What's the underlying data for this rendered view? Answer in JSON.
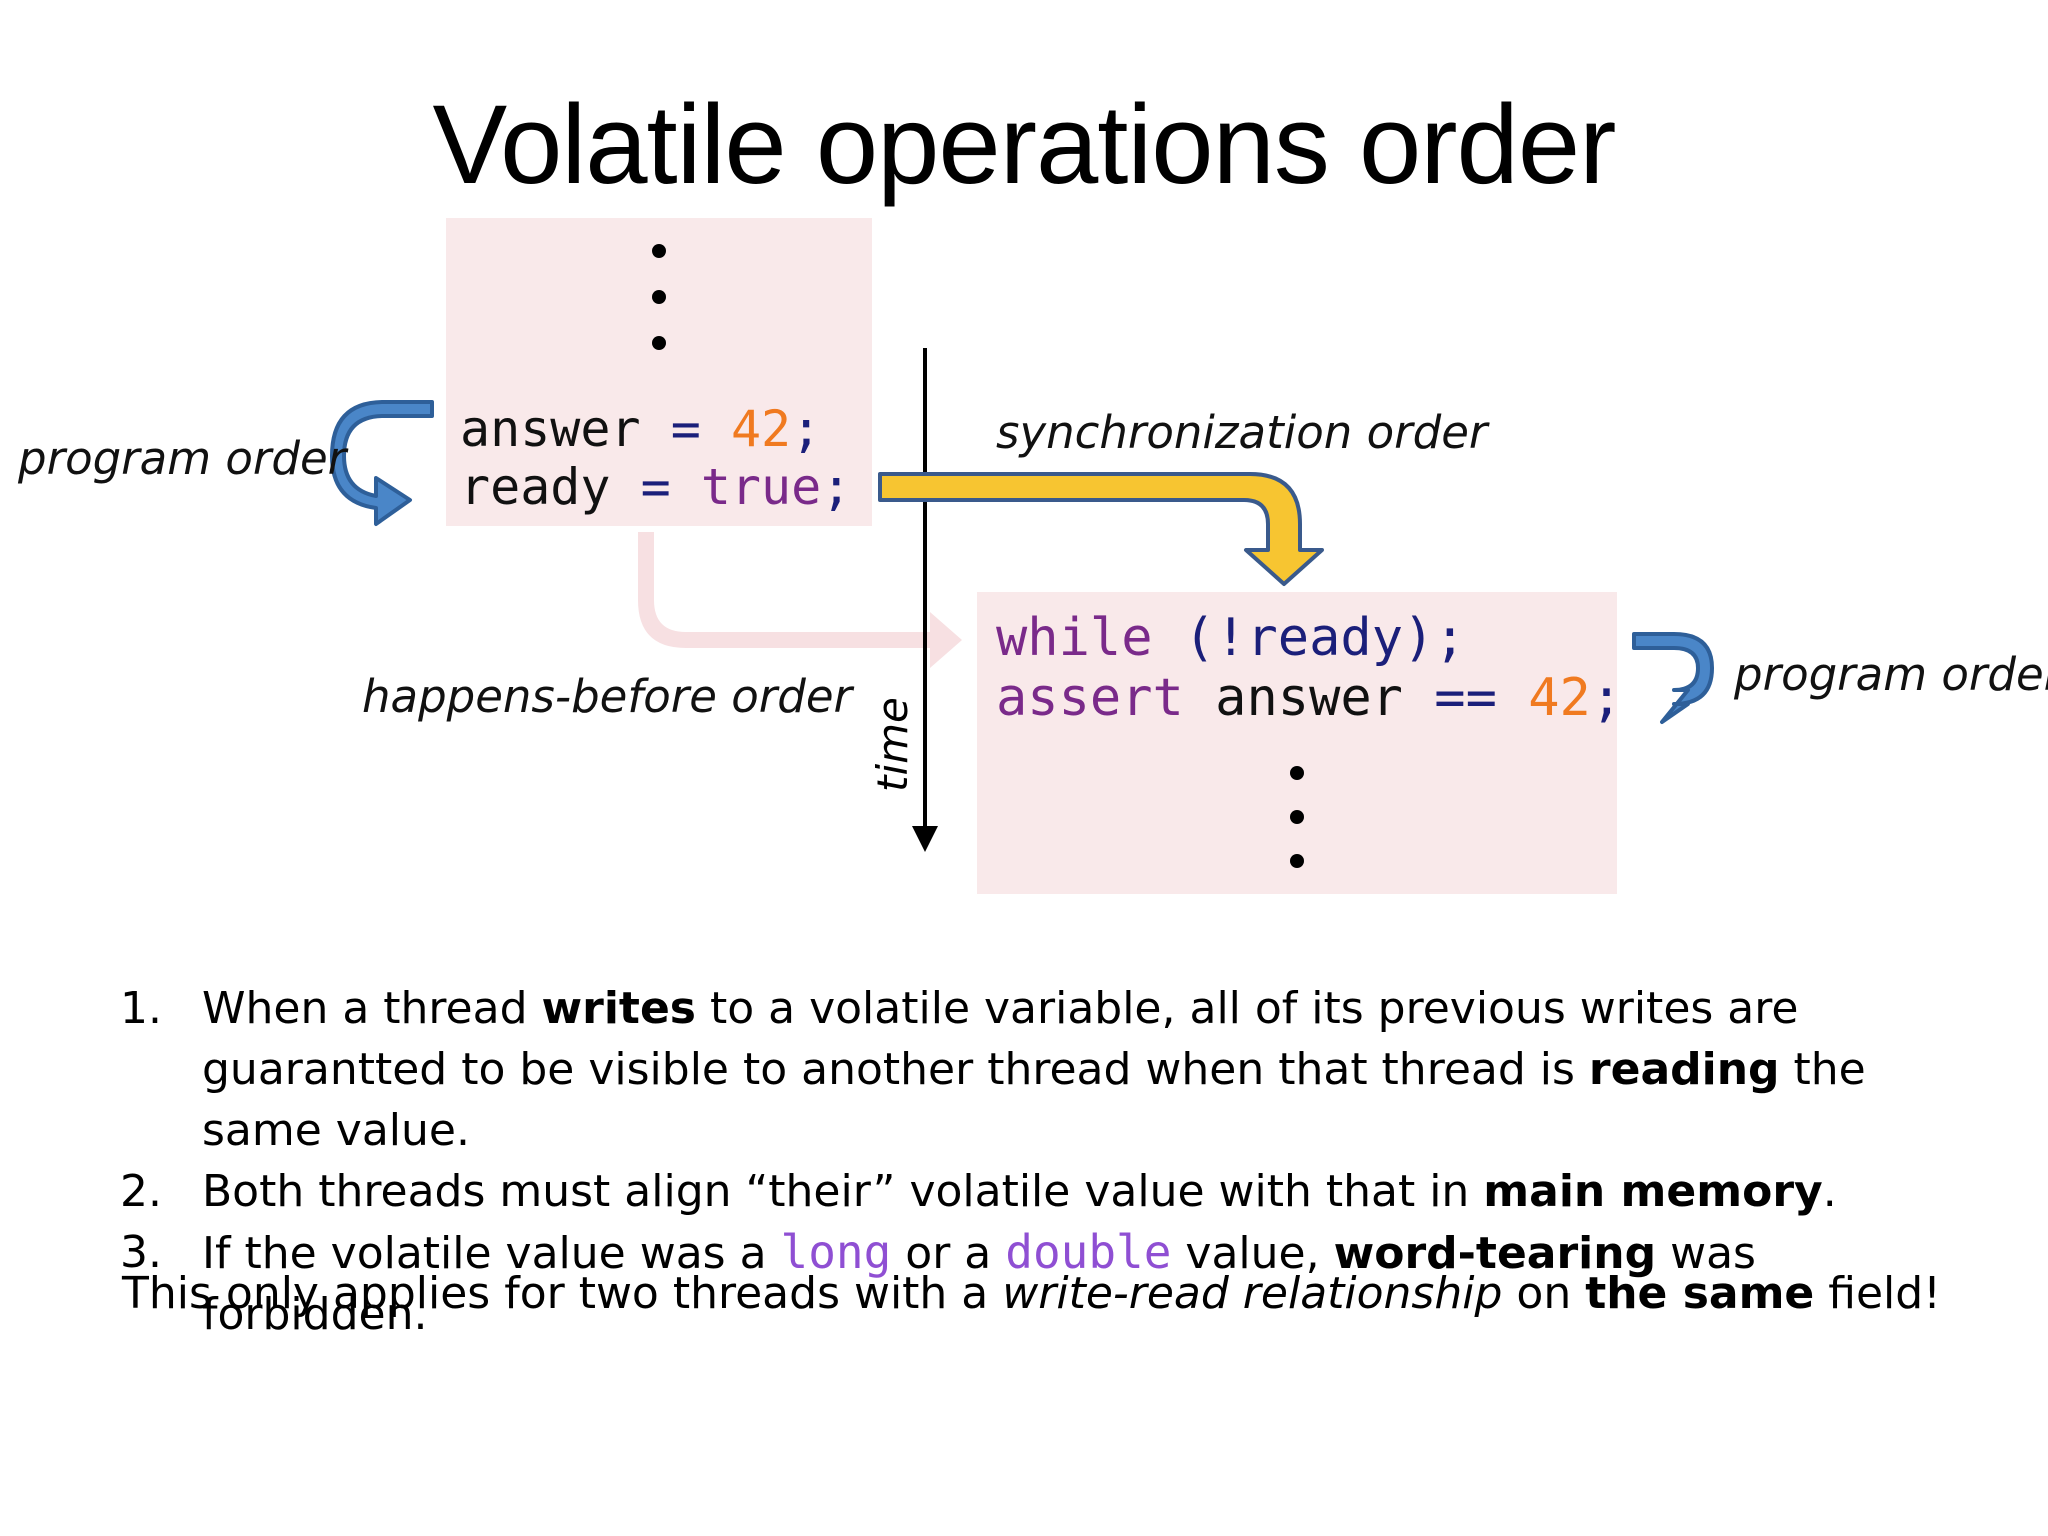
{
  "title": "Volatile operations order",
  "writer_code": {
    "line1": {
      "var": "answer",
      "op": " = ",
      "value": "42",
      "end": ";"
    },
    "line2": {
      "var": "ready",
      "op": " = ",
      "value": "true",
      "end": ";"
    }
  },
  "reader_code": {
    "line1": {
      "kw": "while",
      "rest": " (!ready);"
    },
    "line2": {
      "kw": "assert",
      "var": " answer ",
      "op": "==",
      "value": " 42",
      "end": ";"
    }
  },
  "labels": {
    "program_order_left": "program order",
    "program_order_right": "program order",
    "synchronization_order": "synchronization order",
    "happens_before_order": "happens-before order",
    "time": "time"
  },
  "colors": {
    "code_box_bg": "#f9e9ea",
    "sync_arrow": "#f7c531",
    "program_arrow": "#4a86c8",
    "happens_before_arrow": "#f7e0e2"
  },
  "points": [
    {
      "num": "1.",
      "t1": "When a thread ",
      "b1": "writes",
      "t2": " to a volatile variable, all of its previous writes are guarantted to be visible to another thread when that thread is ",
      "b2": "reading",
      "t3": " the same value."
    },
    {
      "num": "2.",
      "t1": "Both threads must align “their” volatile value with that in ",
      "b1": "main memory",
      "t2": "."
    },
    {
      "num": "3.",
      "t1": "If the volatile value was a ",
      "m1": "long",
      "t2": " or a ",
      "m2": "double",
      "t3": " value, ",
      "b1": "word-tearing",
      "t4": " was forbidden."
    }
  ],
  "note": {
    "t1": "This only applies for two threads with a ",
    "i1": "write-read relationship",
    "t2": " on ",
    "b1": "the same",
    "t3": " field!"
  }
}
